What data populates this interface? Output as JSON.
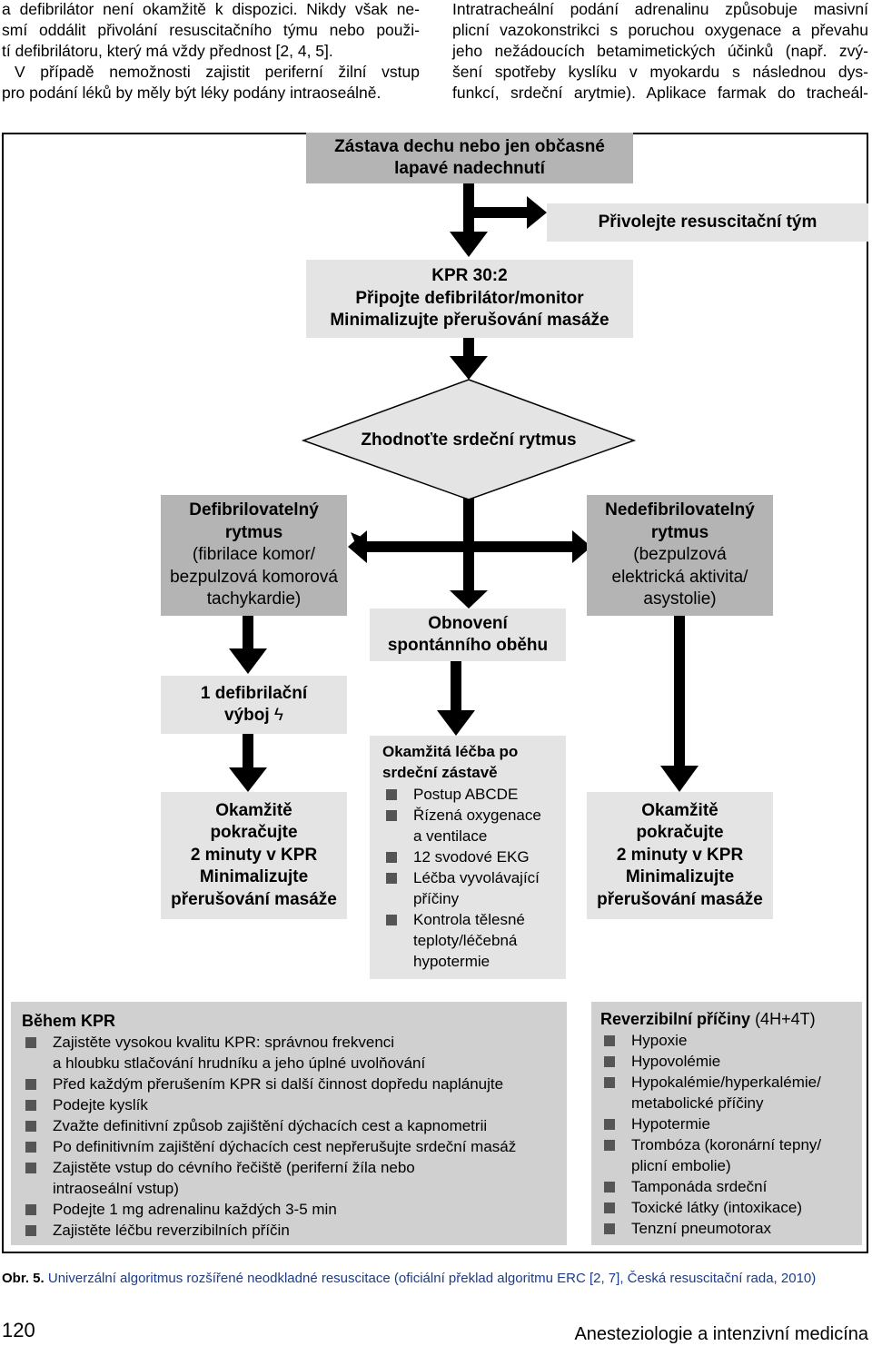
{
  "left_column": [
    "a defibrilátor není okamžitě k dispozici. Nikdy však ne-",
    "smí oddálit přivolání resuscitačního týmu nebo použi-",
    "tí defibrilátoru, který má vždy přednost [2, 4, 5].",
    "V případě nemožnosti zajistit periferní žilní vstup",
    "pro podání léků by měly být léky podány intraoseálně."
  ],
  "right_column": [
    "Intratracheální podání adrenalinu způsobuje masivní",
    "plicní vazokonstrikci s poruchou oxygenace a převahu",
    "jeho nežádoucích betamimetických účinků (např. zvý-",
    "šení spotřeby kyslíku v myokardu s následnou dys-",
    "funkcí, srdeční arytmie). Aplikace farmak do tracheál-"
  ],
  "flow": {
    "start": [
      "Zástava dechu nebo jen občasné",
      "lapavé nadechnutí"
    ],
    "call_team": "Přivolejte resuscitační tým",
    "cpr": [
      "KPR 30:2",
      "Připojte defibrilátor/monitor",
      "Minimalizujte přerušování masáže"
    ],
    "assess": "Zhodnoťte srdeční rytmus",
    "shockable_title": [
      "Defibrilovatelný",
      "rytmus"
    ],
    "shockable_desc": [
      "(fibrilace komor/",
      "bezpulzová komorová",
      "tachykardie)"
    ],
    "nonshockable_title": [
      "Nedefibrilovatelný",
      "rytmus"
    ],
    "nonshockable_desc": [
      "(bezpulzová",
      "elektrická aktivita/",
      "asystolie)"
    ],
    "rosc": [
      "Obnovení",
      "spontánního oběhu"
    ],
    "shock": [
      "1 defibrilační",
      "výboj"
    ],
    "continue_left": [
      "Okamžitě",
      "pokračujte",
      "2 minuty v KPR",
      "Minimalizujte",
      "přerušování masáže"
    ],
    "continue_right": [
      "Okamžitě",
      "pokračujte",
      "2 minuty v KPR",
      "Minimalizujte",
      "přerušování masáže"
    ],
    "post_title": [
      "Okamžitá léčba po",
      "srdeční zástavě"
    ],
    "post_items": [
      [
        "Postup ABCDE"
      ],
      [
        "Řízená oxygenace",
        "a ventilace"
      ],
      [
        "12 svodové EKG"
      ],
      [
        "Léčba vyvolávající",
        "příčiny"
      ],
      [
        "Kontrola tělesné",
        "teploty/léčebná",
        "hypotermie"
      ]
    ]
  },
  "during_cpr": {
    "title": "Během KPR",
    "items": [
      [
        "Zajistěte vysokou kvalitu KPR: správnou frekvenci",
        "a hloubku stlačování hrudníku a jeho úplné uvolňování"
      ],
      [
        "Před každým přerušením KPR si další činnost dopředu naplánujte"
      ],
      [
        "Podejte kyslík"
      ],
      [
        "Zvažte definitivní způsob zajištění dýchacích cest a kapnometrii"
      ],
      [
        "Po definitivním zajištění dýchacích cest nepřerušujte srdeční masáž"
      ],
      [
        "Zajistěte vstup do cévního řečiště (periferní žíla nebo",
        "intraoseální vstup)"
      ],
      [
        "Podejte 1 mg adrenalinu každých 3-5 min"
      ],
      [
        "Zajistěte léčbu reverzibilních příčin"
      ]
    ]
  },
  "reversible": {
    "title": "Reverzibilní příčiny",
    "title_suffix": " (4H+4T)",
    "items": [
      [
        "Hypoxie"
      ],
      [
        "Hypovolémie"
      ],
      [
        "Hypokalémie/hyperkalémie/",
        "metabolické příčiny"
      ],
      [
        "Hypotermie"
      ],
      [
        "Trombóza (koronární tepny/",
        "plicní embolie)"
      ],
      [
        "Tamponáda srdeční"
      ],
      [
        "Toxické látky (intoxikace)"
      ],
      [
        "Tenzní pneumotorax"
      ]
    ]
  },
  "caption": {
    "label": "Obr. 5.",
    "text": " Univerzální algoritmus rozšířené neodkladné resuscitace (oficiální překlad algoritmu ERC [2, 7], Česká resuscitační rada, 2010)"
  },
  "footer": {
    "page_number": "120",
    "journal": "Anesteziologie a intenzivní medicína"
  },
  "colors": {
    "dark_box": "#b4b4b4",
    "light_box": "#e4e4e4",
    "mid_box": "#d0d0d0",
    "caption_label": "#1a3c8c"
  }
}
